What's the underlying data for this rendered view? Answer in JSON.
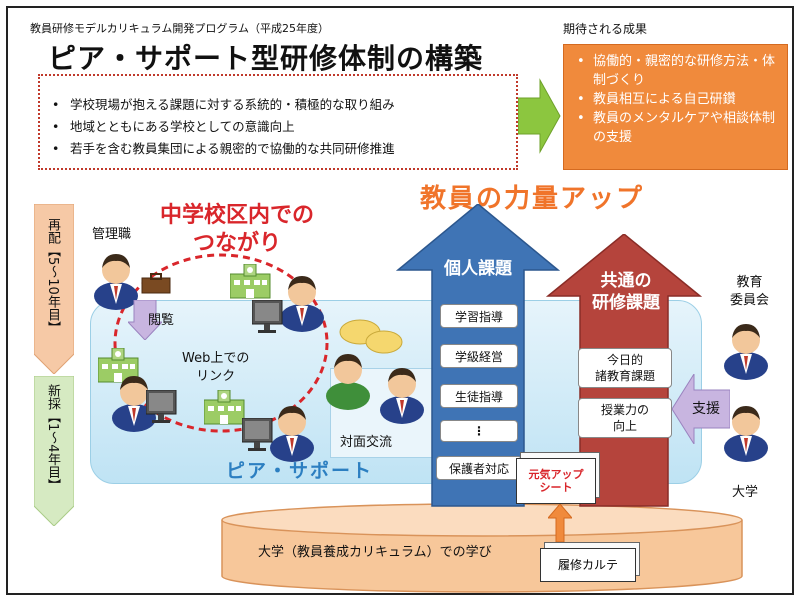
{
  "header": {
    "program": "教員研修モデルカリキュラム開発プログラム（平成25年度）",
    "title": "ピア・サポート型研修体制の構築",
    "bullets": [
      "学校現場が抱える課題に対する系統的・積極的な取り組み",
      "地域とともにある学校としての意識向上",
      "若手を含む教員集団による親密的で協働的な共同研修推進"
    ]
  },
  "outcomes": {
    "label": "期待される成果",
    "items": [
      "協働的・親密的な研修方法・体制づくり",
      "教員相互による自己研鑽",
      "教員のメンタルケアや相談体制の支援"
    ]
  },
  "left_bands": {
    "reassign": "再配【5～10年目】",
    "new_hire": "新採【1～4年目】"
  },
  "network": {
    "kanrishoku": "管理職",
    "tsunagari_1": "中学校区内での",
    "tsunagari_2": "つながり",
    "etsuran": "閲覧",
    "web_link_1": "Web上での",
    "web_link_2": "リンク",
    "face_to_face": "対面交流",
    "peer_support": "ピア・サポート"
  },
  "power_up": "教員の力量アップ",
  "individual": {
    "title": "個人課題",
    "cards": [
      "学習指導",
      "学級経営",
      "生徒指導",
      "⋮",
      "保護者対応"
    ]
  },
  "common": {
    "title_1": "共通の",
    "title_2": "研修課題",
    "cards": [
      {
        "line1": "今日的",
        "line2": "諸教育課題"
      },
      {
        "line1": "授業力の",
        "line2": "向上"
      }
    ]
  },
  "support": {
    "board_1": "教育",
    "board_2": "委員会",
    "shien": "支援",
    "university": "大学"
  },
  "sheets": {
    "genki_1": "元気アップ",
    "genki_2": "シート",
    "karte": "履修カルテ"
  },
  "foundation": "大学（教員養成カリキュラム）での学び",
  "colors": {
    "blue_arrow": "#3f74b5",
    "red_arrow": "#b5443c",
    "orange": "#f08a3c",
    "title_red": "#d9262b"
  }
}
